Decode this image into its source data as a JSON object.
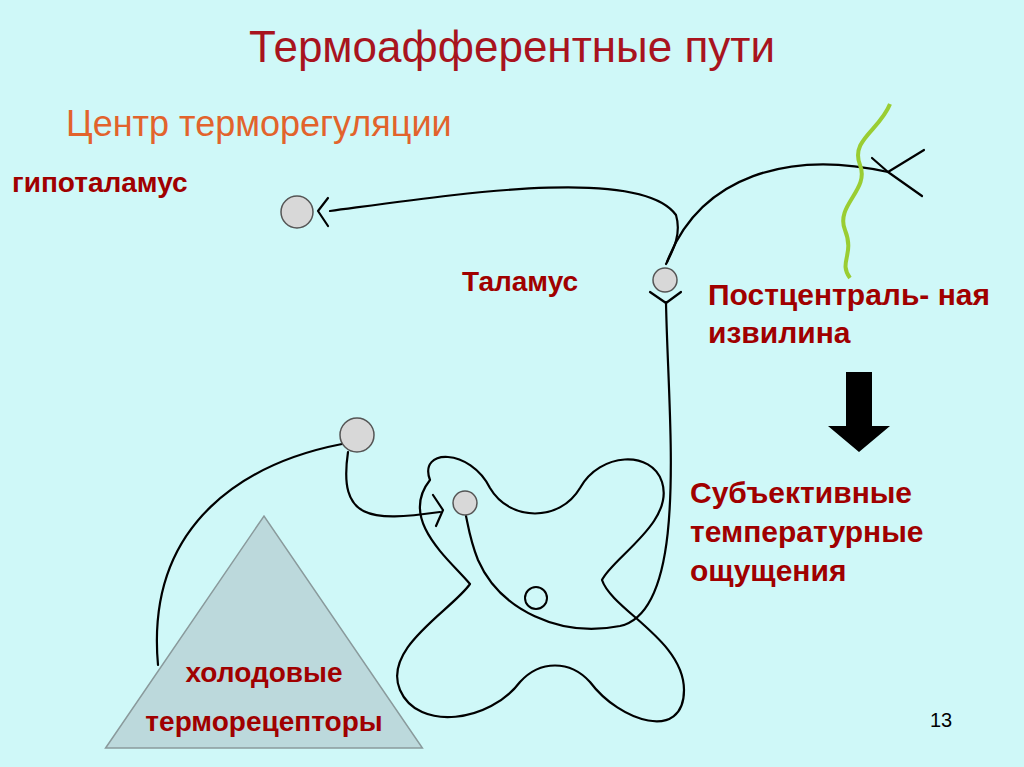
{
  "diagram": {
    "title": "Термоафферентные пути",
    "nodes": [
      {
        "text": [
          "холодовые терморецепторы"
        ]
      }
    ],
    "labels": [
      "Центр терморегуляции",
      "гипоталамус",
      "Таламус",
      "Постцентраль- ная извилина",
      "Субъективные температурные ощущения",
      "13"
    ]
  }
}
